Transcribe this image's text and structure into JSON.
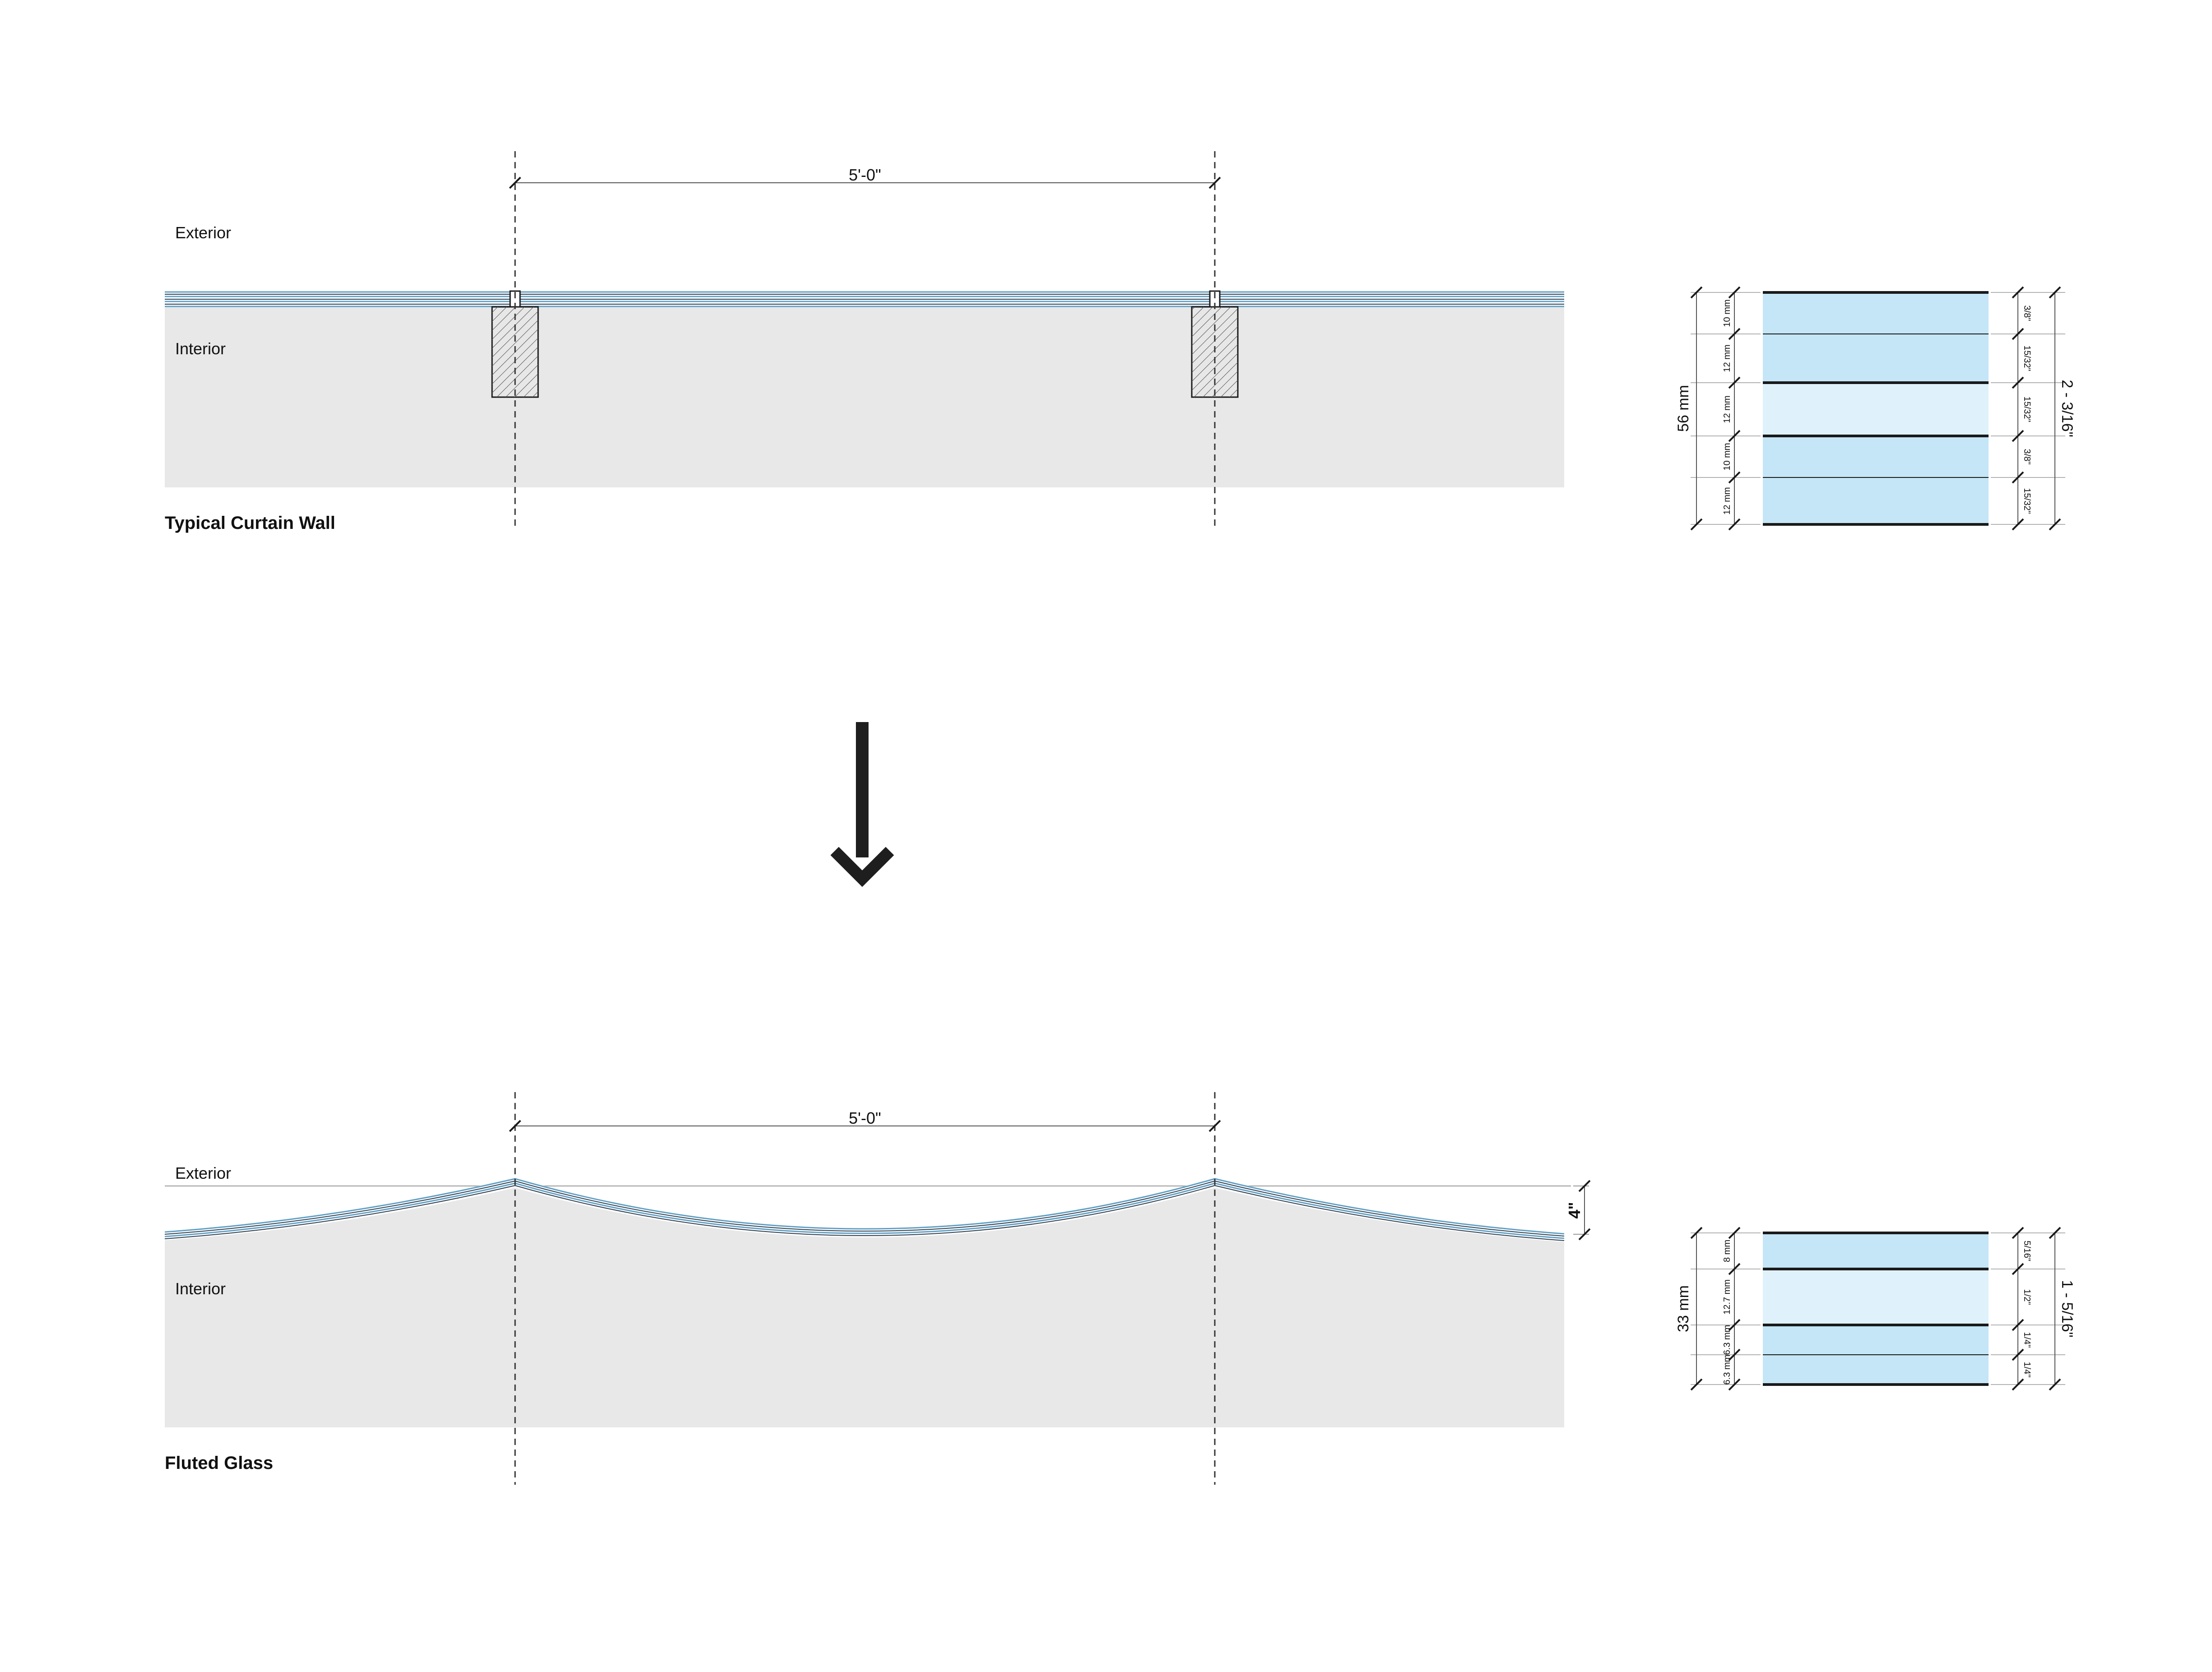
{
  "colors": {
    "interior_fill": "#e8e8e9",
    "glass_stroke": "#5f9fc4",
    "glass_dark": "#2f3f4f",
    "layer_glass": "#c4e6f6",
    "layer_gap": "#dff2fb",
    "mullion_fill": "#e7e7e7",
    "line": "#1a1a1a",
    "dim": "#555555"
  },
  "top_section": {
    "title": "Typical Curtain Wall",
    "exterior_label": "Exterior",
    "interior_label": "Interior",
    "span_dim": "5'-0\""
  },
  "arrow": {
    "icon": "down-arrow-icon"
  },
  "bottom_section": {
    "title": "Fluted Glass",
    "exterior_label": "Exterior",
    "interior_label": "Interior",
    "span_dim": "5'-0\"",
    "depth_dim": "4\""
  },
  "top_detail": {
    "total_mm": "56 mm",
    "total_in": "2 - 3/16\"",
    "layers_mm": [
      "10 mm",
      "12 mm",
      "12 mm",
      "10 mm",
      "12 mm"
    ],
    "layers_in": [
      "3/8\"",
      "15/32\"",
      "15/32\"",
      "3/8\"",
      "15/32\""
    ]
  },
  "bottom_detail": {
    "total_mm": "33 mm",
    "total_in": "1 - 5/16\"",
    "layers_mm": [
      "8 mm",
      "12.7 mm",
      "6.3 mm",
      "6.3 mm"
    ],
    "layers_in": [
      "5/16\"",
      "1/2\"",
      "1/4\"",
      "1/4\""
    ]
  }
}
